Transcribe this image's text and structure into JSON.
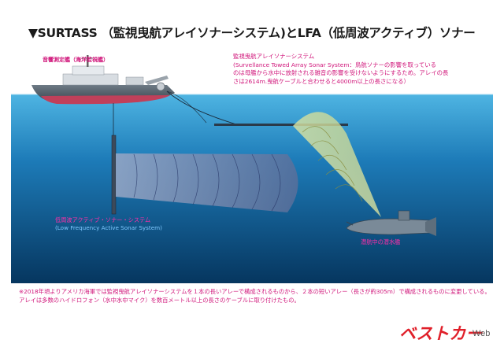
{
  "title": "▼SURTASS （監視曳航アレイソナーシステム)とLFA（低周波アクティブ）ソナー",
  "ship_label": "音響測定艦（海洋監視艦）",
  "surtass": {
    "name_jp": "監視曳航アレイソナーシステム",
    "name_en": "(Survellance Towed Array Sonar System：",
    "desc_1": "鳥航ソナーの影響を取っている",
    "desc_2": "のは母艦から水中に放射される雑音の影響を受けないようにするため。アレイの長",
    "desc_3": "さは2614m.曳航ケーブルと合わせると4000m以上の長さになる）"
  },
  "lfa": {
    "name_jp": "低周波アクティブ・ソナー・システム",
    "name_en": "(Low Frequency Active Sonar System)"
  },
  "submarine_label": "潜航中の潜水艦",
  "note": {
    "line1": "※2018年頃よりアメリカ海軍では監視曳航アレイソナーシステムを１本の長いアレーで構成されるものから、２本の短いアレー（長さが約305m）で構成されるものに変更している。",
    "line2": "アレイは多数のハイドロフォン（水中水中マイク）を数百メートル以上の長さのケーブルに取り付けたもの。"
  },
  "logo": {
    "main": "ベストカー",
    "suffix": "Web"
  },
  "colors": {
    "sea_top": "#3fa8d8",
    "sea_bottom": "#0a3f6e",
    "label_magenta": "#d0157a",
    "lfa_cyan": "#7fc8ff",
    "logo_red": "#e0202a"
  }
}
